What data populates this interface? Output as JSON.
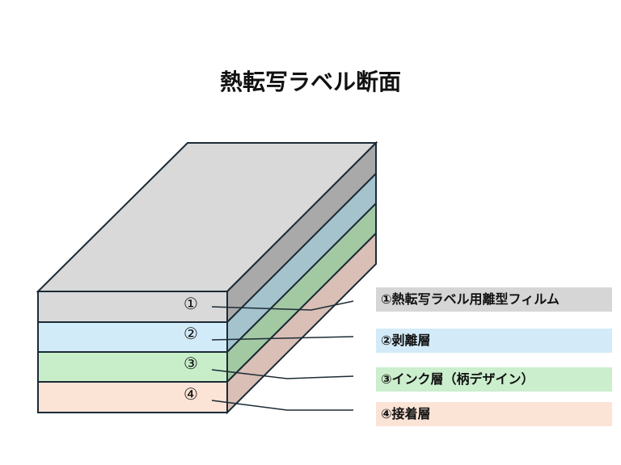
{
  "title": "熱転写ラベル断面",
  "layers": [
    {
      "marker": "①",
      "label": "①熱転写ラベル用離型フィルム",
      "front_color": "#d9d9d9",
      "side_color": "#a9a9a9",
      "label_color": "#d6d6d6"
    },
    {
      "marker": "②",
      "label": "②剥離層",
      "front_color": "#d2ebf8",
      "side_color": "#a4c3cd",
      "label_color": "#d3ebf8"
    },
    {
      "marker": "③",
      "label": "③インク層（柄デザイン）",
      "front_color": "#c7eec9",
      "side_color": "#a3c9a3",
      "label_color": "#cbeecd"
    },
    {
      "marker": "④",
      "label": "④接着層",
      "front_color": "#fbe3d6",
      "side_color": "#d9bfb5",
      "label_color": "#fbe3d6"
    }
  ],
  "top_color": "#d9d9d9",
  "stroke_color": "#1b2b36"
}
